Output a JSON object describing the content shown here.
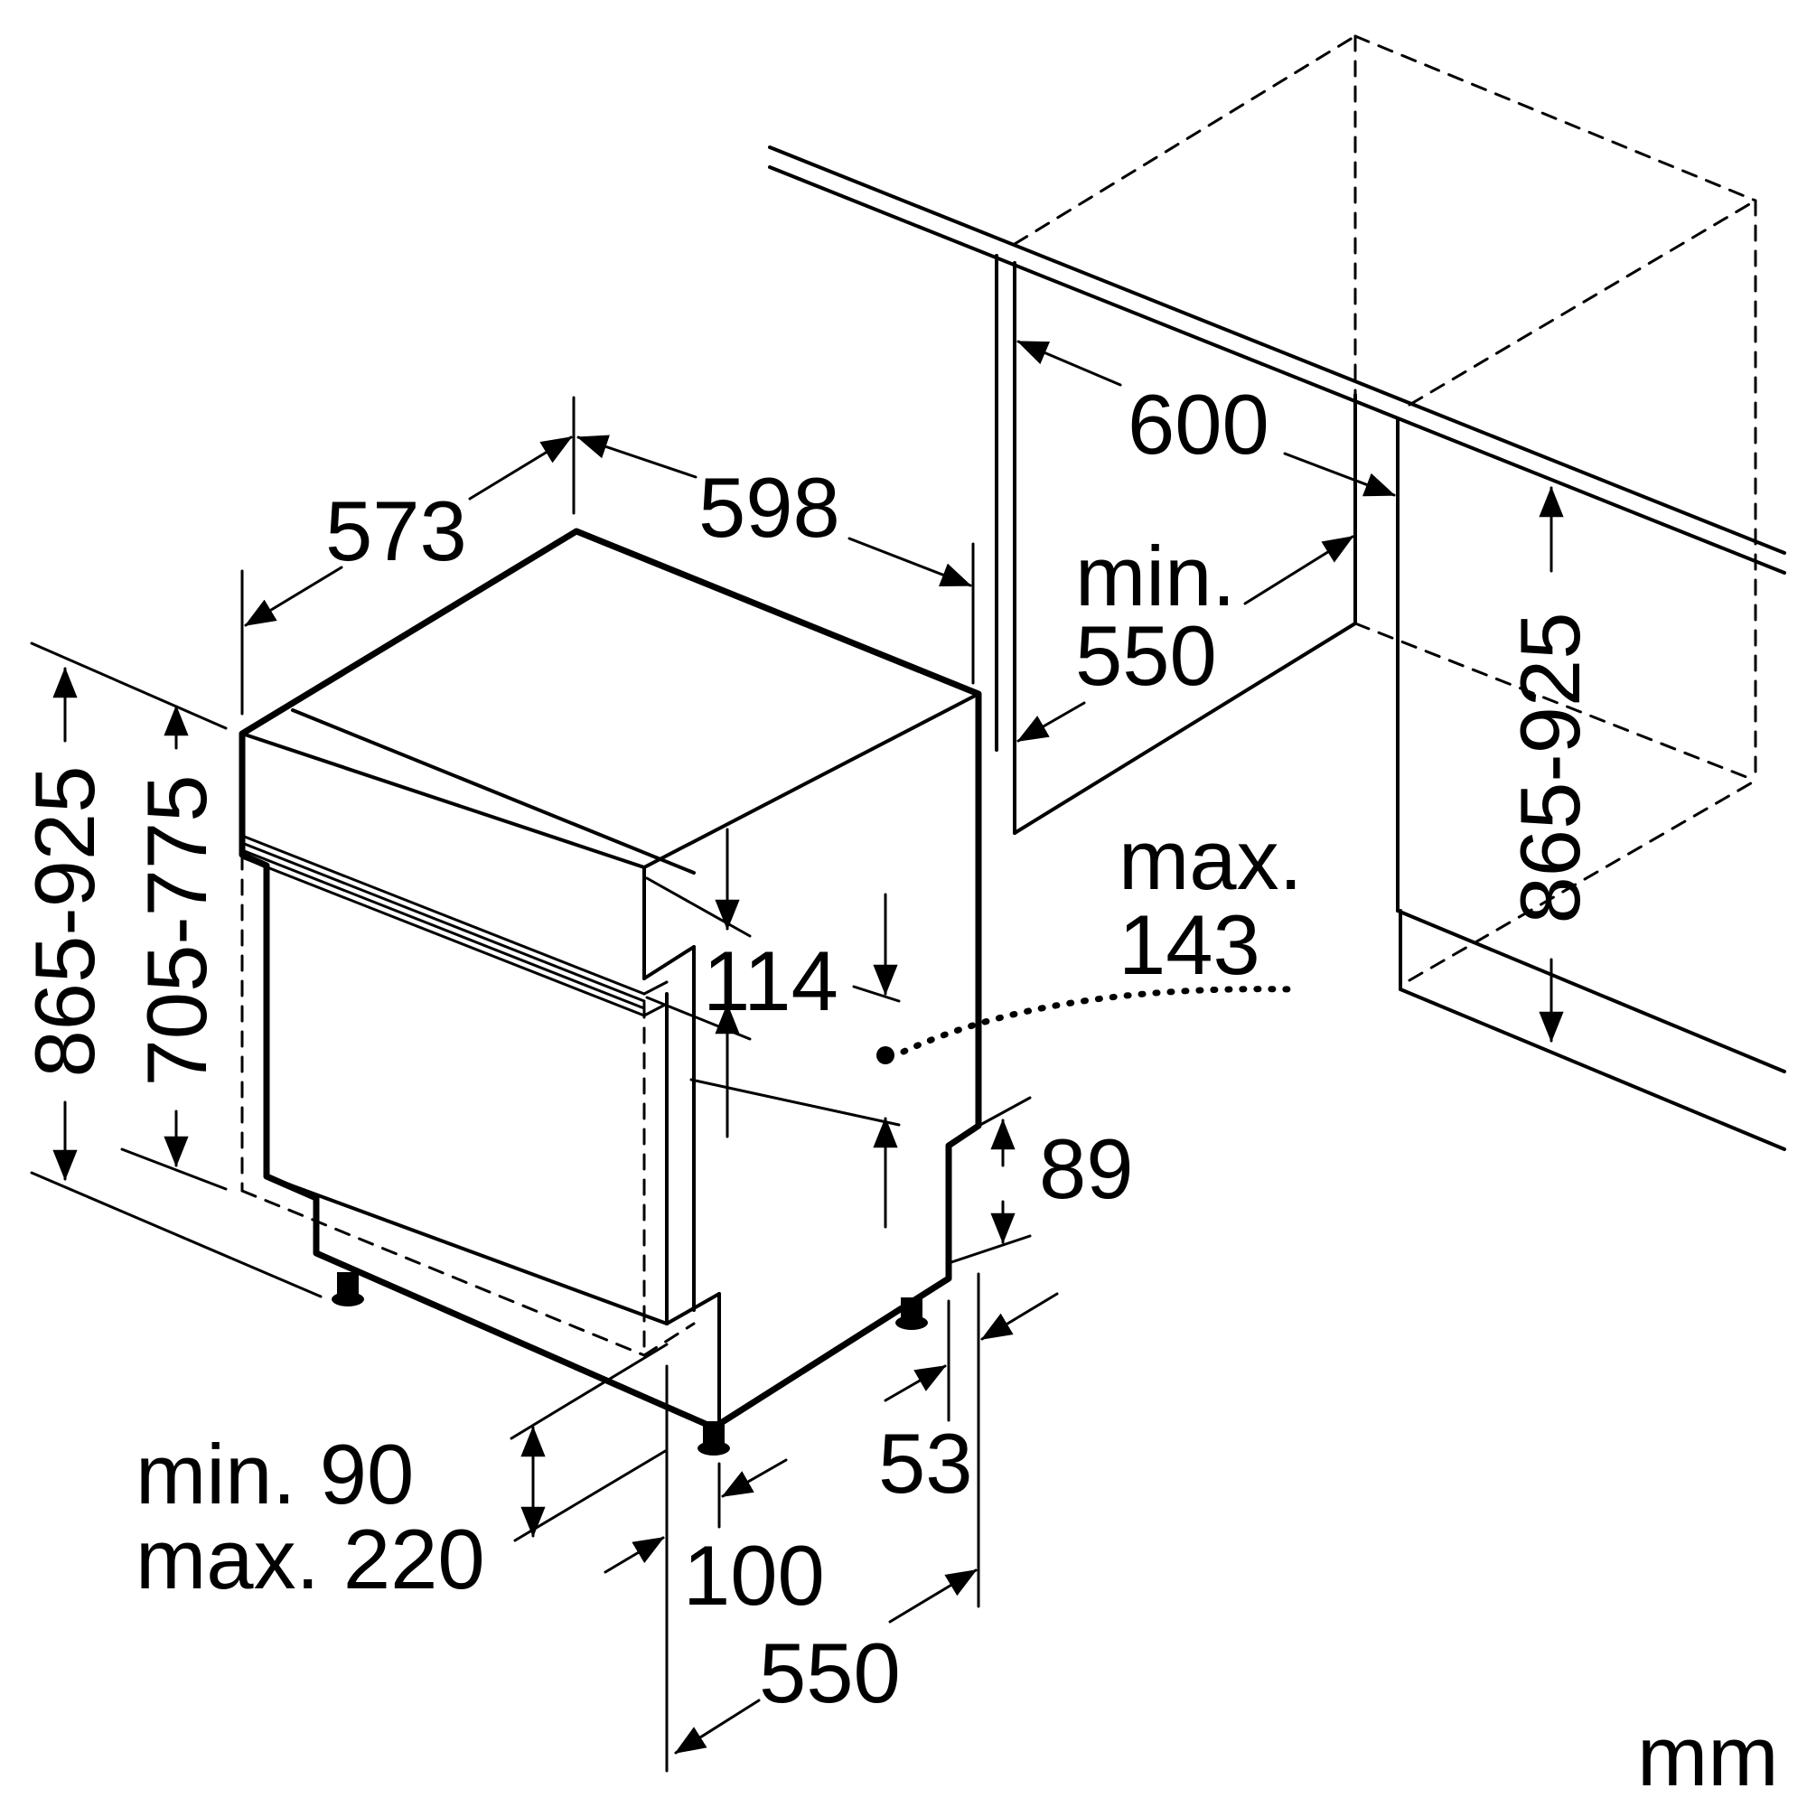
{
  "diagram": {
    "unit": "mm",
    "labels": {
      "width_573": "573",
      "width_598": "598",
      "niche_width_600": "600",
      "niche_depth_min": "min.",
      "niche_depth_550": "550",
      "height_865_925_left": "865-925",
      "height_705_775": "705-775",
      "panel_114": "114",
      "max_word": "max.",
      "max_143": "143",
      "plinth_89": "89",
      "depth_53": "53",
      "plinth_min": "min. 90",
      "plinth_max": "max. 220",
      "depth_100": "100",
      "depth_550": "550",
      "height_865_925_right": "865-925"
    }
  }
}
